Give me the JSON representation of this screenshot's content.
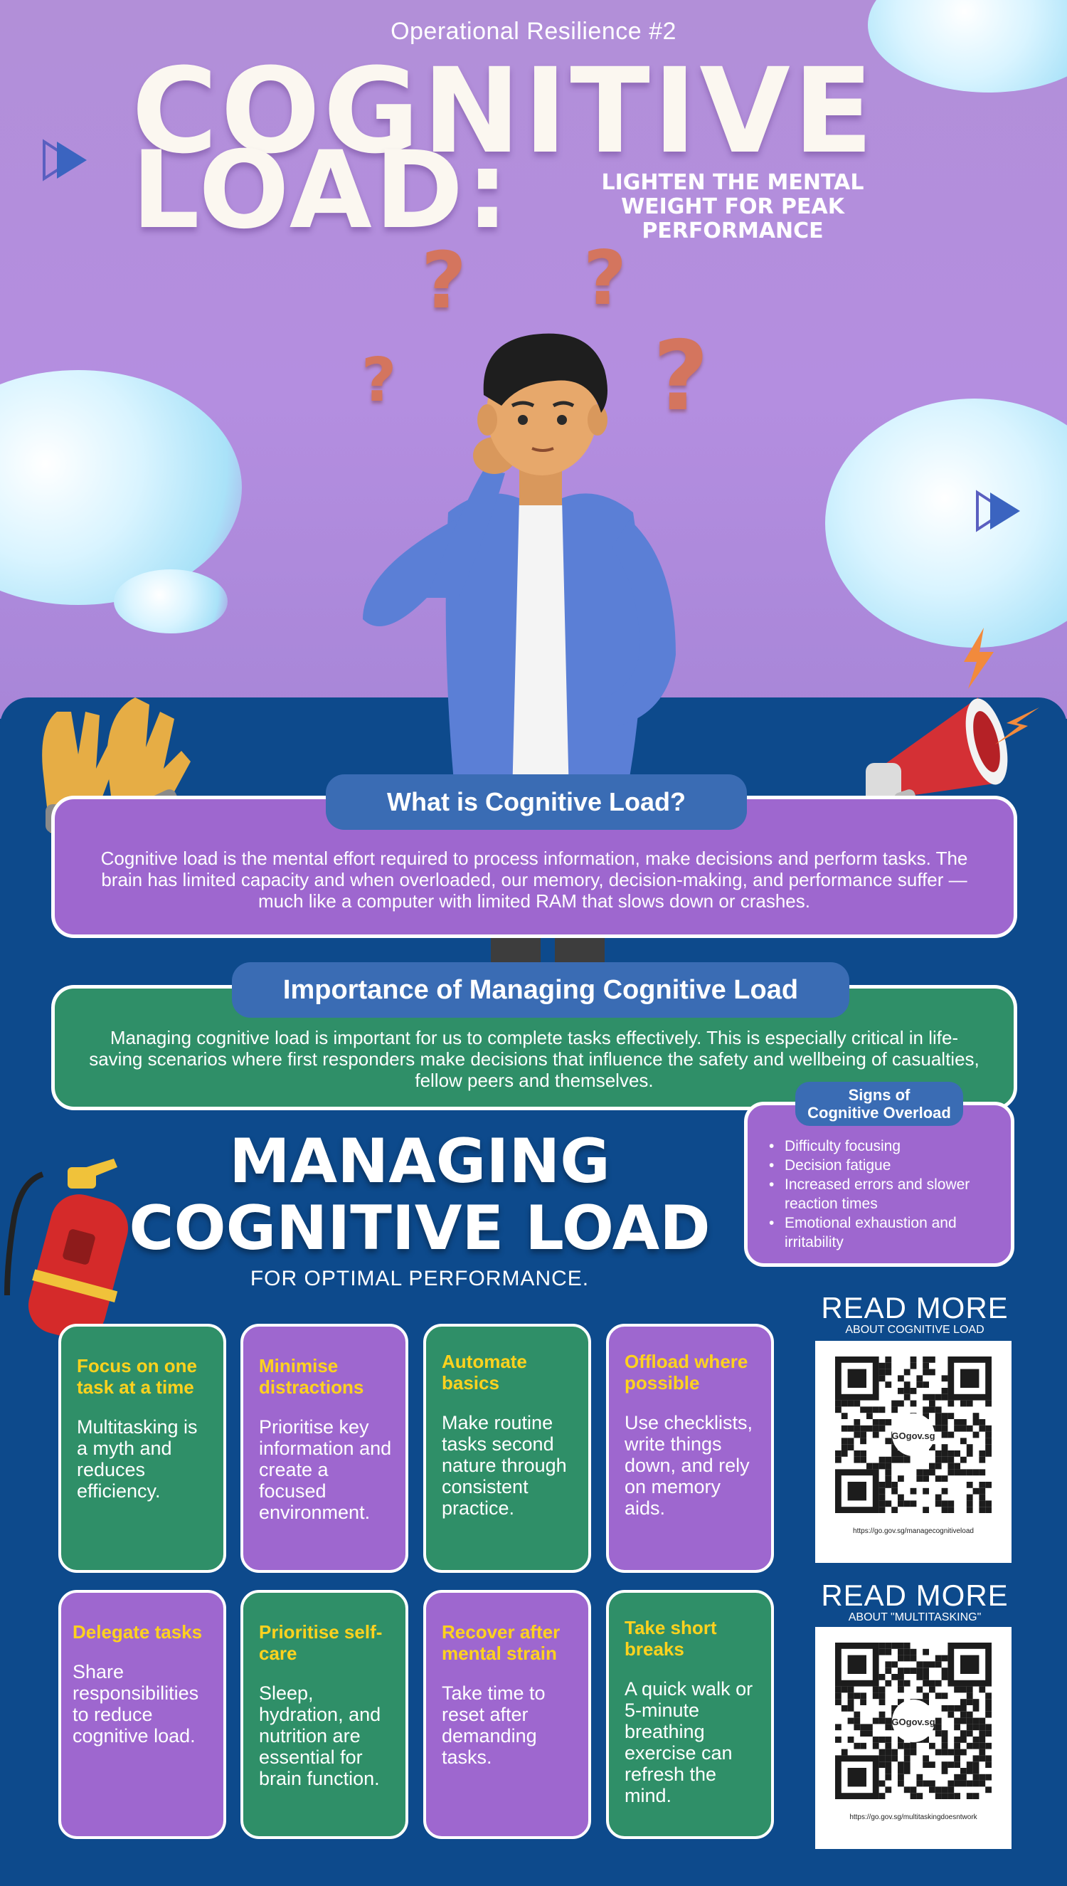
{
  "header": {
    "series": "Operational Resilience #2",
    "title_line1": "COGNITIVE",
    "title_line2": "LOAD:",
    "tagline": "LIGHTEN THE MENTAL WEIGHT FOR PEAK PERFORMANCE"
  },
  "what_is": {
    "heading": "What is Cognitive Load?",
    "body": "Cognitive load is the mental effort required to process information, make decisions and perform tasks. The brain has limited capacity and when overloaded, our memory, decision-making, and performance suffer — much like a computer with limited RAM that slows down or crashes."
  },
  "importance": {
    "heading": "Importance of Managing Cognitive Load",
    "body": "Managing cognitive load is important for us to complete tasks effectively. This is especially critical in life-saving scenarios where first responders make decisions that influence the safety and wellbeing of casualties, fellow peers and themselves."
  },
  "signs": {
    "heading_line1": "Signs of",
    "heading_line2": "Cognitive Overload",
    "items": [
      "Difficulty focusing",
      "Decision fatigue",
      "Increased errors and slower reaction times",
      "Emotional exhaustion and irritability"
    ]
  },
  "managing": {
    "title_line1": "MANAGING",
    "title_line2": "COGNITIVE LOAD",
    "subtitle": "FOR OPTIMAL PERFORMANCE."
  },
  "tips": [
    {
      "title": "Focus on one task at a time",
      "text": "Multitasking is a myth and reduces efficiency."
    },
    {
      "title": "Minimise distractions",
      "text": "Prioritise key information and create a focused environment."
    },
    {
      "title": "Automate basics",
      "text": "Make routine tasks second nature through consistent practice."
    },
    {
      "title": "Offload where possible",
      "text": "Use checklists, write things down, and rely on memory aids."
    },
    {
      "title": "Delegate tasks",
      "text": "Share responsibilities to reduce cognitive load."
    },
    {
      "title": "Prioritise self-care",
      "text": "Sleep, hydration, and nutrition are essential for brain function."
    },
    {
      "title": "Recover after mental strain",
      "text": "Take time to reset after demanding tasks."
    },
    {
      "title": "Take short breaks",
      "text": "A quick walk or 5-minute breathing exercise can refresh the mind."
    }
  ],
  "read_more": [
    {
      "title": "READ MORE",
      "subtitle": "ABOUT COGNITIVE LOAD",
      "url": "https://go.gov.sg/managecognitiveload",
      "logo": "GOgov.sg"
    },
    {
      "title": "READ MORE",
      "subtitle": "ABOUT \"MULTITASKING\"",
      "url": "https://go.gov.sg/multitaskingdoesntwork",
      "logo": "GOgov.sg"
    }
  ],
  "colors": {
    "hero_purple": "#b28fd8",
    "panel_blue": "#0d4a8c",
    "card_purple": "#9e67cf",
    "card_green": "#2f8f68",
    "pill_blue": "#3a6cb4",
    "tip_title_yellow": "#ffd21e"
  },
  "icons": [
    "play-icon",
    "question-mark-icon",
    "gloves-icon",
    "megaphone-icon",
    "lightning-icon",
    "fire-extinguisher-icon",
    "qr-code-icon"
  ]
}
